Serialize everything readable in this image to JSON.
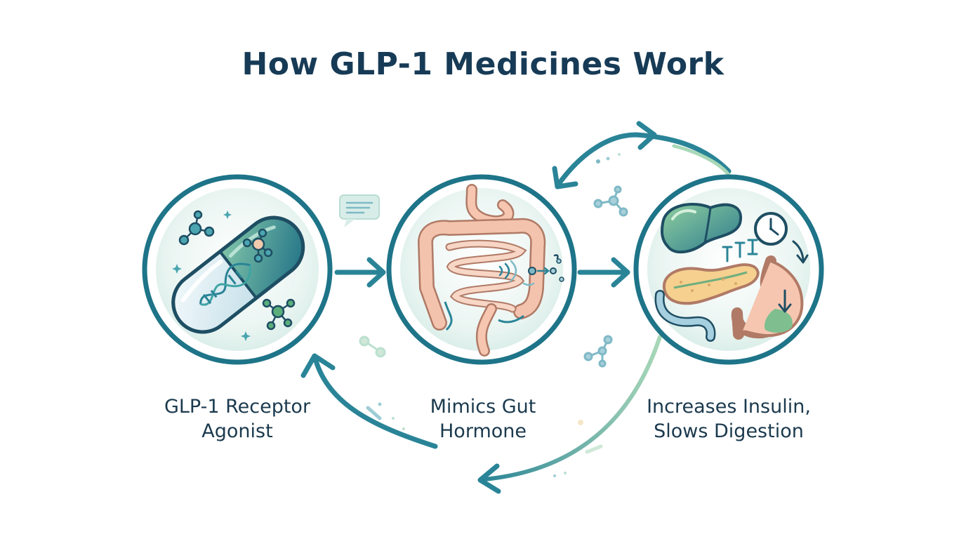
{
  "title": "How GLP-1 Medicines Work",
  "colors": {
    "teal": "#2a8497",
    "teal_dark": "#17667a",
    "green": "#86c49a",
    "peach": "#f6c6b0",
    "navy": "#173b56"
  },
  "steps": [
    {
      "icon": "pill-capsule-icon",
      "label_lines": [
        "GLP-1 Receptor",
        "Agonist"
      ]
    },
    {
      "icon": "digestive-system-icon",
      "label_lines": [
        "Mimics Gut",
        "Hormone"
      ]
    },
    {
      "icon": "liver-pancreas-stomach-icon",
      "label_lines": [
        "Increases Insulin,",
        "Slows Digestion"
      ]
    }
  ]
}
